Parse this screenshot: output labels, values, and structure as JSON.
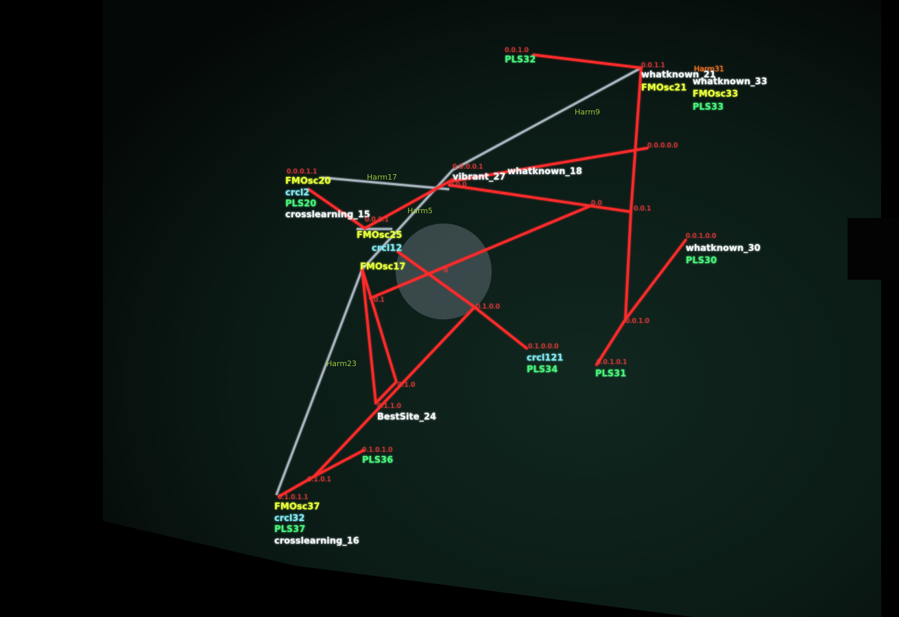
{
  "colors": {
    "background": "#000000",
    "screen_top": "#0a1411",
    "screen_bottom": "#0f2620",
    "red_edge": "#ff2a2a",
    "white_edge": "#b8c4d0",
    "numeric_label": "#e83a3a",
    "white_label": "#f2f6f8",
    "cyan_label": "#7fe6f0",
    "green_label": "#49f07a",
    "yellow_label": "#e8ff3a",
    "olive_label": "#9ac23a",
    "orange_label": "#ff7a20",
    "disc": "#6e7a86"
  },
  "nodes": [
    {
      "id": "n_pls32",
      "labels": [
        {
          "text": "0.0.1.0",
          "style": "numeric"
        },
        {
          "text": "PLS32",
          "style": "green"
        }
      ]
    },
    {
      "id": "n_top_right",
      "labels": [
        {
          "text": "0.0.1.1",
          "style": "numeric"
        },
        {
          "text": "whatknown_21",
          "style": "white"
        },
        {
          "text": "FMOsc21",
          "style": "yellow"
        }
      ]
    },
    {
      "id": "n_harm31",
      "labels": [
        {
          "text": "Harm31",
          "style": "orange"
        },
        {
          "text": "whatknown_33",
          "style": "white"
        },
        {
          "text": "FMOsc33",
          "style": "yellow"
        },
        {
          "text": "PLS33",
          "style": "green"
        }
      ]
    },
    {
      "id": "n_00000",
      "labels": [
        {
          "text": "0.0.0.0.0",
          "style": "numeric"
        }
      ]
    },
    {
      "id": "n_whatknown18",
      "labels": [
        {
          "text": "0.0.0.0.1",
          "style": "numeric"
        },
        {
          "text": "vibrant_27",
          "style": "white"
        },
        {
          "text": "whatknown_18",
          "style": "white"
        },
        {
          "text": "0.0.0",
          "style": "numeric"
        }
      ]
    },
    {
      "id": "n_00",
      "labels": [
        {
          "text": "0.0",
          "style": "numeric"
        }
      ]
    },
    {
      "id": "n_001",
      "labels": [
        {
          "text": "0.0.1",
          "style": "numeric"
        }
      ]
    },
    {
      "id": "n_left_cluster",
      "labels": [
        {
          "text": "0.0.0.1.1",
          "style": "numeric"
        },
        {
          "text": "FMOsc20",
          "style": "yellow"
        },
        {
          "text": "crcl2",
          "style": "cyan"
        },
        {
          "text": "PLS20",
          "style": "green"
        },
        {
          "text": "crosslearning_15",
          "style": "white"
        }
      ]
    },
    {
      "id": "n_center_cluster",
      "labels": [
        {
          "text": "0.0.0.1",
          "style": "numeric"
        },
        {
          "text": "FMOsc25",
          "style": "yellow"
        },
        {
          "text": "crcl12",
          "style": "cyan"
        },
        {
          "text": "FMOsc17",
          "style": "yellow"
        }
      ]
    },
    {
      "id": "n_whatknown30",
      "labels": [
        {
          "text": "0.0.1.0.0",
          "style": "numeric"
        },
        {
          "text": "whatknown_30",
          "style": "white"
        },
        {
          "text": "PLS30",
          "style": "green"
        }
      ]
    },
    {
      "id": "n_0010",
      "labels": [
        {
          "text": "0.0.1.0",
          "style": "numeric"
        }
      ]
    },
    {
      "id": "n_pls31",
      "labels": [
        {
          "text": "0.0.1.0.1",
          "style": "numeric"
        },
        {
          "text": "PLS31",
          "style": "green"
        }
      ]
    },
    {
      "id": "n_0100",
      "labels": [
        {
          "text": "0.1.0.0",
          "style": "numeric"
        }
      ]
    },
    {
      "id": "n_crcl121",
      "labels": [
        {
          "text": "0.1.0.0.0",
          "style": "numeric"
        },
        {
          "text": "crcl121",
          "style": "cyan"
        },
        {
          "text": "PLS34",
          "style": "green"
        }
      ]
    },
    {
      "id": "n_0",
      "labels": [
        {
          "text": "0",
          "style": "numeric"
        }
      ]
    },
    {
      "id": "n_01",
      "labels": [
        {
          "text": "0.1",
          "style": "numeric"
        }
      ]
    },
    {
      "id": "n_010",
      "labels": [
        {
          "text": "0.1.0",
          "style": "numeric"
        }
      ]
    },
    {
      "id": "n_bestsite",
      "labels": [
        {
          "text": "0.1.1.0",
          "style": "numeric"
        },
        {
          "text": "BestSite_24",
          "style": "white"
        }
      ]
    },
    {
      "id": "n_pls36",
      "labels": [
        {
          "text": "0.1.0.1.0",
          "style": "numeric"
        },
        {
          "text": "PLS36",
          "style": "green"
        }
      ]
    },
    {
      "id": "n_0101",
      "labels": [
        {
          "text": "0.1.0.1",
          "style": "numeric"
        }
      ]
    },
    {
      "id": "n_bottom_cluster",
      "labels": [
        {
          "text": "0.1.0.1.1",
          "style": "numeric"
        },
        {
          "text": "FMOsc37",
          "style": "yellow"
        },
        {
          "text": "crcl32",
          "style": "cyan"
        },
        {
          "text": "PLS37",
          "style": "green"
        },
        {
          "text": "crosslearning_16",
          "style": "white"
        }
      ]
    }
  ],
  "edge_labels": [
    {
      "text": "Harm9"
    },
    {
      "text": "Harm17"
    },
    {
      "text": "Harm5"
    },
    {
      "text": "Harm23"
    }
  ]
}
